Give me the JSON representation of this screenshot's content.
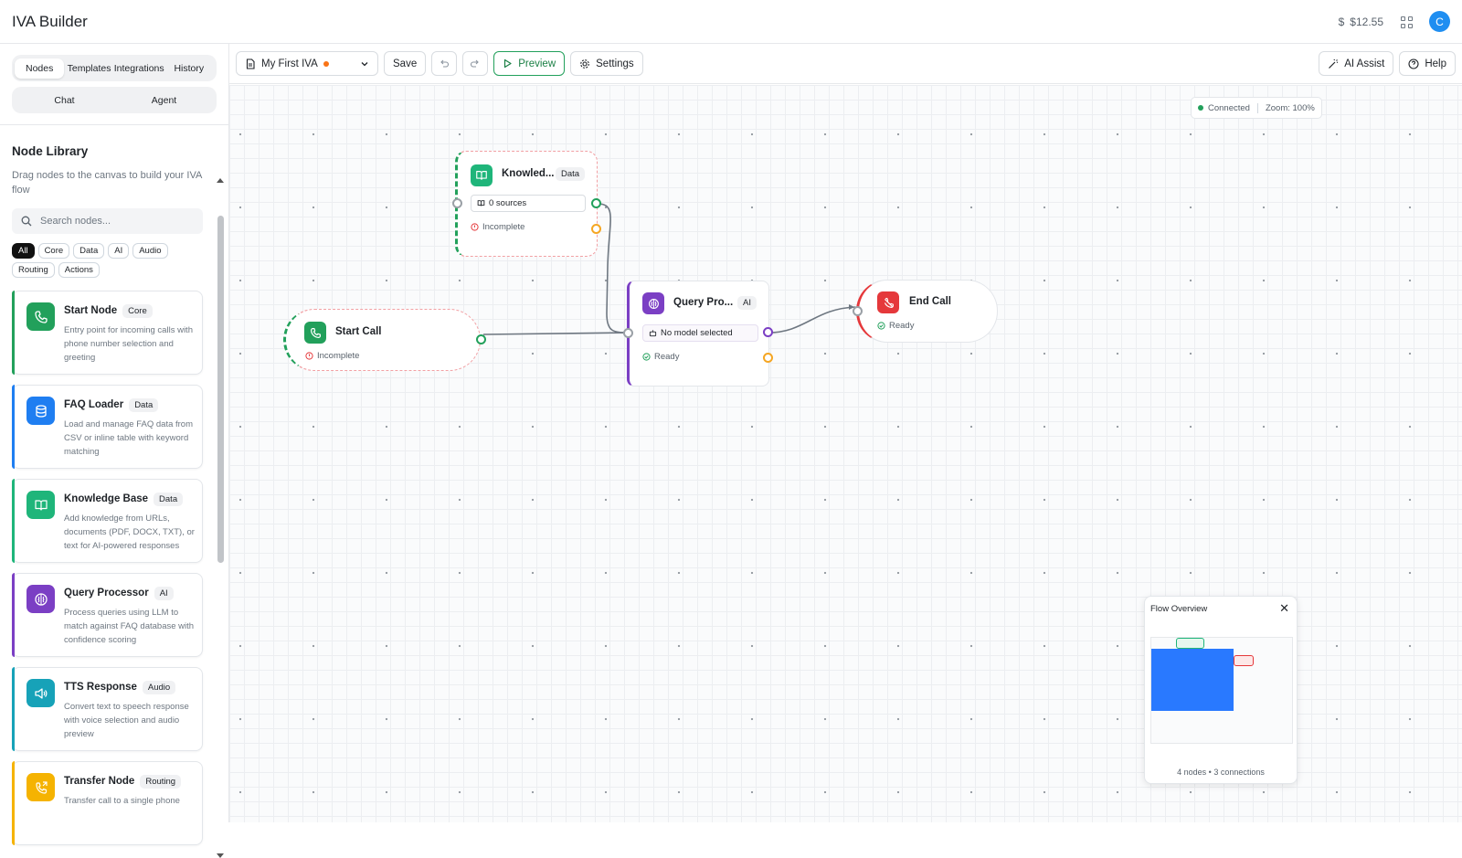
{
  "app": {
    "title": "IVA Builder",
    "balance": "$12.55",
    "avatar_initial": "C"
  },
  "sidebar": {
    "tabs": [
      "Nodes",
      "Templates",
      "Integrations",
      "History"
    ],
    "mode_tabs": [
      "Chat",
      "Agent"
    ],
    "library_title": "Node Library",
    "library_desc": "Drag nodes to the canvas to build your IVA flow",
    "search_placeholder": "Search nodes...",
    "filters": [
      "All",
      "Core",
      "Data",
      "AI",
      "Audio",
      "Routing",
      "Actions"
    ],
    "cards": [
      {
        "name": "Start Node",
        "badge": "Core",
        "desc": "Entry point for incoming calls with phone number selection and greeting",
        "color": "#22a05b",
        "icon": "phone-icon"
      },
      {
        "name": "FAQ Loader",
        "badge": "Data",
        "desc": "Load and manage FAQ data from CSV or inline table with keyword matching",
        "color": "#1f7ef1",
        "icon": "database-icon"
      },
      {
        "name": "Knowledge Base",
        "badge": "Data",
        "desc": "Add knowledge from URLs, documents (PDF, DOCX, TXT), or text for AI-powered responses",
        "color": "#1fb57a",
        "icon": "book-icon"
      },
      {
        "name": "Query Processor",
        "badge": "AI",
        "desc": "Process queries using LLM to match against FAQ database with confidence scoring",
        "color": "#7b3fc4",
        "icon": "brain-icon"
      },
      {
        "name": "TTS Response",
        "badge": "Audio",
        "desc": "Convert text to speech response with voice selection and audio preview",
        "color": "#17a2b8",
        "icon": "speaker-icon"
      },
      {
        "name": "Transfer Node",
        "badge": "Routing",
        "desc": "Transfer call to a single phone",
        "color": "#f5b301",
        "icon": "phone-forward-icon"
      }
    ]
  },
  "toolbar": {
    "iva_name": "My First IVA",
    "save": "Save",
    "preview": "Preview",
    "settings": "Settings",
    "ai_assist": "AI Assist",
    "help": "Help"
  },
  "canvas": {
    "status": "Connected",
    "zoom": "Zoom: 100%",
    "nodes": {
      "knowledge": {
        "title": "Knowled...",
        "badge": "Data",
        "field": "0 sources",
        "status": "Incomplete"
      },
      "start": {
        "title": "Start Call",
        "status": "Incomplete"
      },
      "query": {
        "title": "Query Pro...",
        "badge": "AI",
        "field": "No model selected",
        "status": "Ready"
      },
      "end": {
        "title": "End Call",
        "status": "Ready"
      }
    },
    "overview": {
      "title": "Flow Overview",
      "footer": "4 nodes • 3 connections"
    }
  },
  "colors": {
    "green": "#22a05b",
    "blue": "#1f7ef1",
    "purple": "#7b3fc4",
    "red": "#e5383b",
    "orange": "#f5a623"
  }
}
